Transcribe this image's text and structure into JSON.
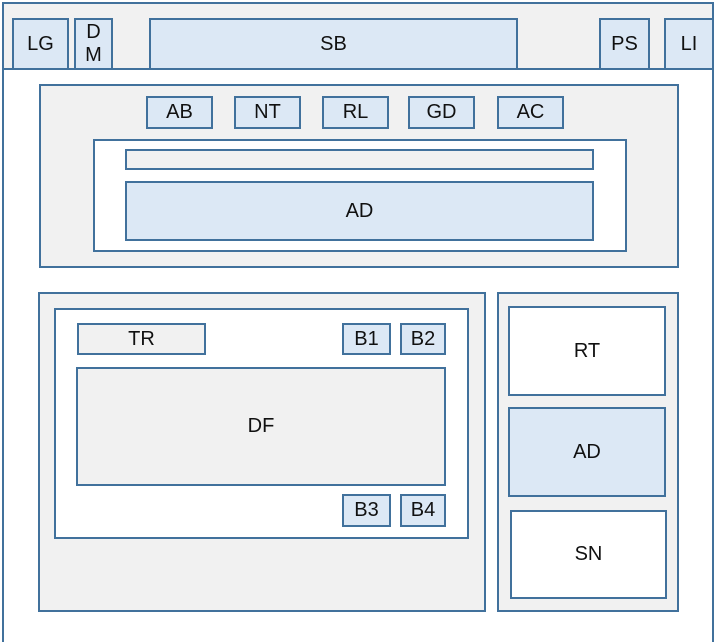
{
  "colors": {
    "border": "#41719c",
    "fill_blue": "#dce8f5",
    "fill_grey": "#f1f1f1",
    "fill_white": "#ffffff"
  },
  "header": {
    "logo": "LG",
    "domain_line1": "D",
    "domain_line2": "M",
    "search_bar": "SB",
    "ps": "PS",
    "li": "LI"
  },
  "nav": {
    "items": [
      "AB",
      "NT",
      "RL",
      "GD",
      "AC"
    ]
  },
  "top_ad": {
    "label": "AD"
  },
  "main": {
    "tr": "TR",
    "buttons_top": [
      "B1",
      "B2"
    ],
    "df": "DF",
    "buttons_bottom": [
      "B3",
      "B4"
    ]
  },
  "sidebar": {
    "rt": "RT",
    "ad": "AD",
    "sn": "SN"
  }
}
